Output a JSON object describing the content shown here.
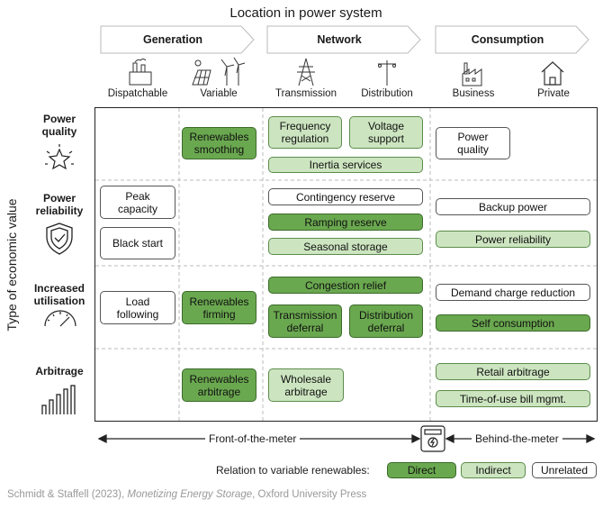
{
  "title": "Location in power system",
  "columns": [
    {
      "label": "Generation"
    },
    {
      "label": "Network"
    },
    {
      "label": "Consumption"
    }
  ],
  "subcolumns": [
    "Dispatchable",
    "Variable",
    "Transmission",
    "Distribution",
    "Business",
    "Private"
  ],
  "y_axis_label": "Type of economic value",
  "rows": [
    {
      "label_line1": "Power",
      "label_line2": "quality"
    },
    {
      "label_line1": "Power",
      "label_line2": "reliability"
    },
    {
      "label_line1": "Increased",
      "label_line2": "utilisation"
    },
    {
      "label_line1": "Arbitrage",
      "label_line2": ""
    }
  ],
  "boxes": {
    "renewables_smoothing": {
      "line1": "Renewables",
      "line2": "smoothing",
      "relation": "direct"
    },
    "frequency_regulation": {
      "line1": "Frequency",
      "line2": "regulation",
      "relation": "indirect"
    },
    "voltage_support": {
      "line1": "Voltage",
      "line2": "support",
      "relation": "indirect"
    },
    "inertia_services": {
      "line1": "Inertia services",
      "line2": "",
      "relation": "indirect"
    },
    "power_quality_box": {
      "line1": "Power",
      "line2": "quality",
      "relation": "unrelated"
    },
    "peak_capacity": {
      "line1": "Peak",
      "line2": "capacity",
      "relation": "unrelated"
    },
    "black_start": {
      "line1": "Black start",
      "line2": "",
      "relation": "unrelated"
    },
    "contingency_reserve": {
      "line1": "Contingency reserve",
      "line2": "",
      "relation": "unrelated"
    },
    "ramping_reserve": {
      "line1": "Ramping reserve",
      "line2": "",
      "relation": "direct"
    },
    "seasonal_storage": {
      "line1": "Seasonal storage",
      "line2": "",
      "relation": "indirect"
    },
    "backup_power": {
      "line1": "Backup power",
      "line2": "",
      "relation": "unrelated"
    },
    "power_reliability_box": {
      "line1": "Power reliability",
      "line2": "",
      "relation": "indirect"
    },
    "load_following": {
      "line1": "Load",
      "line2": "following",
      "relation": "unrelated"
    },
    "renewables_firming": {
      "line1": "Renewables",
      "line2": "firming",
      "relation": "direct"
    },
    "congestion_relief": {
      "line1": "Congestion relief",
      "line2": "",
      "relation": "direct"
    },
    "transmission_deferral": {
      "line1": "Transmission",
      "line2": "deferral",
      "relation": "direct"
    },
    "distribution_deferral": {
      "line1": "Distribution",
      "line2": "deferral",
      "relation": "direct"
    },
    "demand_charge_reduction": {
      "line1": "Demand charge reduction",
      "line2": "",
      "relation": "unrelated"
    },
    "self_consumption": {
      "line1": "Self consumption",
      "line2": "",
      "relation": "direct"
    },
    "renewables_arbitrage": {
      "line1": "Renewables",
      "line2": "arbitrage",
      "relation": "direct"
    },
    "wholesale_arbitrage": {
      "line1": "Wholesale",
      "line2": "arbitrage",
      "relation": "indirect"
    },
    "retail_arbitrage": {
      "line1": "Retail arbitrage",
      "line2": "",
      "relation": "indirect"
    },
    "time_of_use": {
      "line1": "Time-of-use bill mgmt.",
      "line2": "",
      "relation": "indirect"
    }
  },
  "meter": {
    "front_label": "Front-of-the-meter",
    "behind_label": "Behind-the-meter"
  },
  "legend": {
    "label": "Relation to variable renewables:",
    "direct": "Direct",
    "indirect": "Indirect",
    "unrelated": "Unrelated"
  },
  "colors": {
    "direct": "#6aa84f",
    "indirect": "#cce5c0",
    "unrelated": "#ffffff"
  },
  "source": {
    "authors": "Schmidt & Staffell (2023),",
    "book": "Monetizing Energy Storage",
    "publisher": ", Oxford University Press"
  }
}
